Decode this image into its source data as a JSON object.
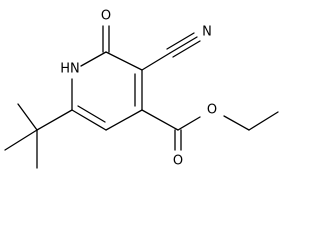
{
  "molecule": {
    "atoms": {
      "ring_nh": "HN",
      "carbonyl_oxygen": "O",
      "nitrile_nitrogen": "N",
      "ester_carbonyl_oxygen": "O",
      "ester_ether_oxygen": "O"
    }
  },
  "colors": {
    "bond": "#000000",
    "label": "#000000",
    "background": "#ffffff"
  }
}
